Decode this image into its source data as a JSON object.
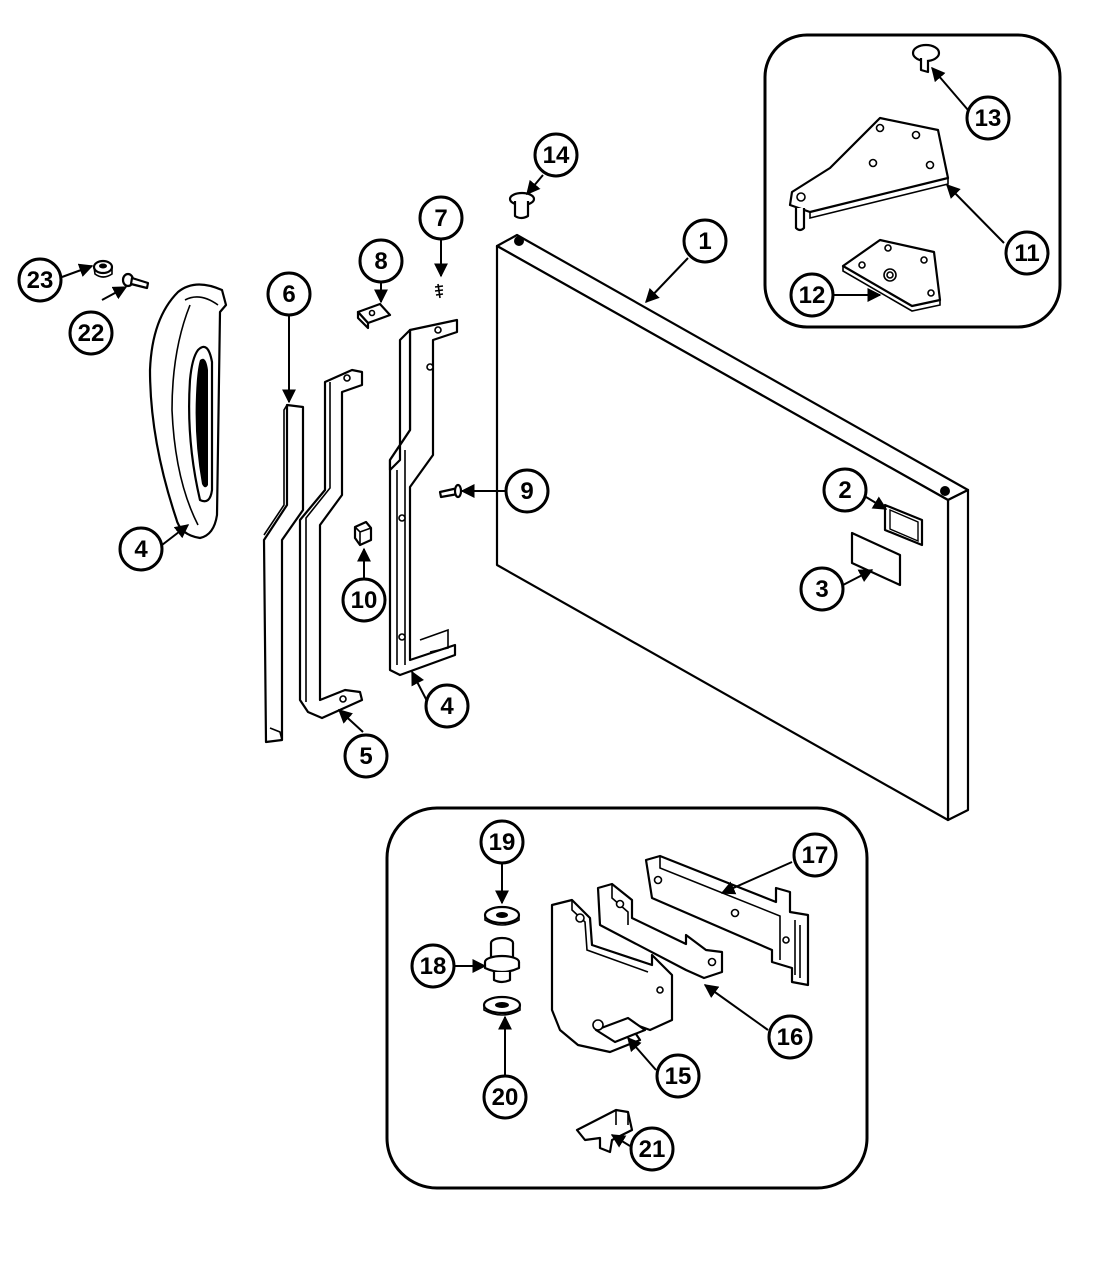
{
  "diagram": {
    "callouts": [
      {
        "id": "c1",
        "label": "1"
      },
      {
        "id": "c2",
        "label": "2"
      },
      {
        "id": "c3",
        "label": "3"
      },
      {
        "id": "c4a",
        "label": "4"
      },
      {
        "id": "c4b",
        "label": "4"
      },
      {
        "id": "c5",
        "label": "5"
      },
      {
        "id": "c6",
        "label": "6"
      },
      {
        "id": "c7",
        "label": "7"
      },
      {
        "id": "c8",
        "label": "8"
      },
      {
        "id": "c9",
        "label": "9"
      },
      {
        "id": "c10",
        "label": "10"
      },
      {
        "id": "c11",
        "label": "11"
      },
      {
        "id": "c12",
        "label": "12"
      },
      {
        "id": "c13",
        "label": "13"
      },
      {
        "id": "c14",
        "label": "14"
      },
      {
        "id": "c15",
        "label": "15"
      },
      {
        "id": "c16",
        "label": "16"
      },
      {
        "id": "c17",
        "label": "17"
      },
      {
        "id": "c18",
        "label": "18"
      },
      {
        "id": "c19",
        "label": "19"
      },
      {
        "id": "c20",
        "label": "20"
      },
      {
        "id": "c21",
        "label": "21"
      },
      {
        "id": "c22",
        "label": "22"
      },
      {
        "id": "c23",
        "label": "23"
      }
    ]
  }
}
